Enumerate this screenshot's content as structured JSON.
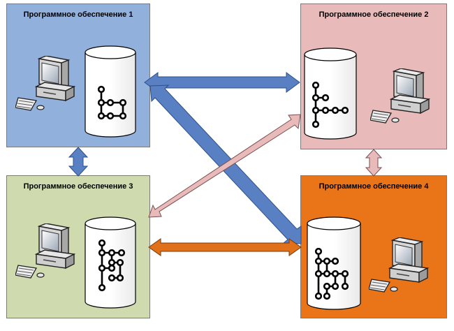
{
  "panels": [
    {
      "id": "p1",
      "title": "Программное обеспечение 1",
      "color": "#92b0dc"
    },
    {
      "id": "p2",
      "title": "Программное обеспечение 2",
      "color": "#e9baba"
    },
    {
      "id": "p3",
      "title": "Программное обеспечение 3",
      "color": "#cfdbaf"
    },
    {
      "id": "p4",
      "title": "Программное обеспечение 4",
      "color": "#ea7418"
    }
  ],
  "arrow_colors": {
    "blue": "#5a80c4",
    "pink": "#e9baba",
    "orange": "#e0701a"
  },
  "icons": [
    "computer-icon",
    "database-icon",
    "graph-icon"
  ]
}
